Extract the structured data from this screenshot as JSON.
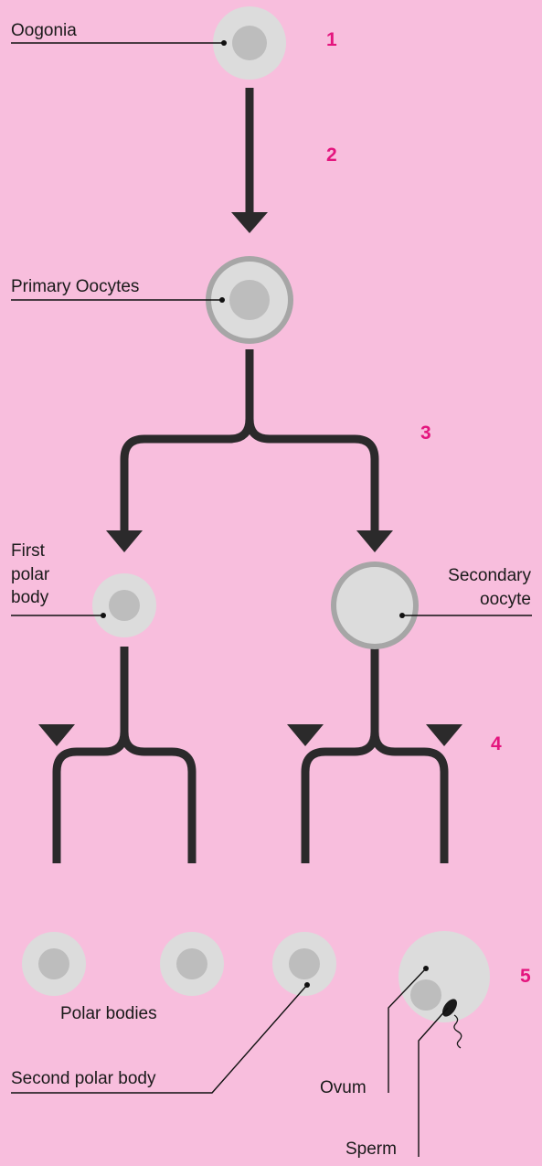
{
  "labels": {
    "oogonia": "Oogonia",
    "primary_oocytes": "Primary Oocytes",
    "first_polar_body": "First\npolar\nbody",
    "secondary_oocyte": "Secondary\noocyte",
    "polar_bodies": "Polar bodies",
    "second_polar_body": "Second polar body",
    "ovum": "Ovum",
    "sperm": "Sperm"
  },
  "steps": [
    "1",
    "2",
    "3",
    "4",
    "5"
  ],
  "colors": {
    "background": "#F8BEDD",
    "cell": "#DCDCDC",
    "nucleus": "#BDBDBD",
    "cell_ring": "#A6A6A6",
    "arrow": "#2B2A2B",
    "step_number": "#E4157E"
  }
}
